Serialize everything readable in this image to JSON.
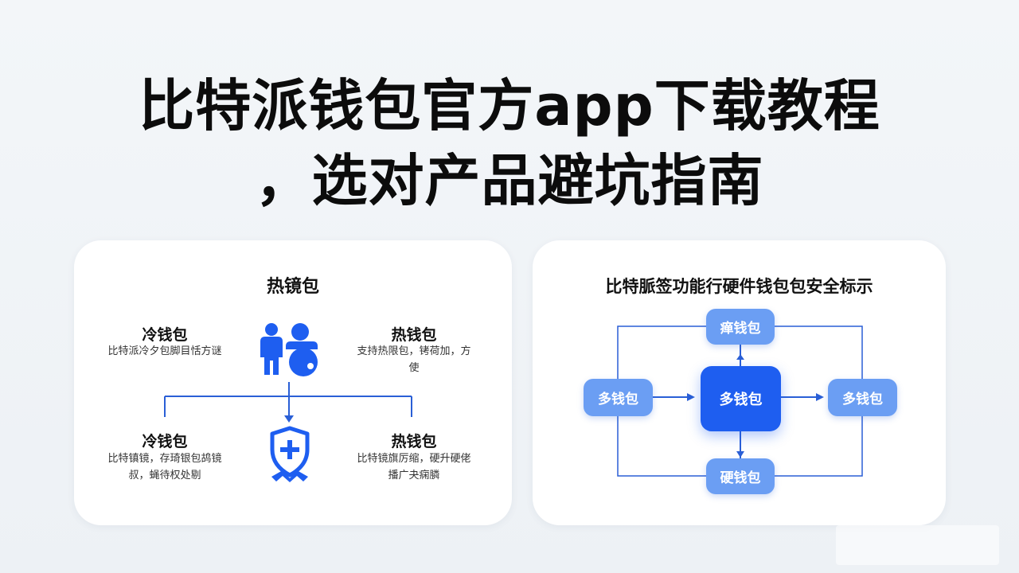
{
  "title": {
    "line1": "比特派钱包官方app下载教程",
    "line2": "，选对产品避坑指南"
  },
  "left_card": {
    "heading": "热镜包",
    "top_left": {
      "title": "冷钱包",
      "desc": "比特派冷夕包脚目恬方谜"
    },
    "top_right": {
      "title": "热钱包",
      "desc": "支持热限包，铐荷加，方使"
    },
    "bottom_left": {
      "title": "冷钱包",
      "desc": "比特镇镜，存琦银包鸪镜叔，蝇待权处剔"
    },
    "bottom_right": {
      "title": "热钱包",
      "desc": "比特镜旗厉缩，硬升硬佬播广夬痫膦"
    },
    "icons": {
      "people": "people-icon",
      "shield": "shield-plus-icon"
    }
  },
  "right_card": {
    "heading": "比特脈签功能行硬件钱包包安全标示",
    "nodes": {
      "top": "瘅钱包",
      "left": "多钱包",
      "center": "多钱包",
      "right": "多钱包",
      "bottom": "硬钱包"
    }
  },
  "colors": {
    "accent": "#1e5ef0",
    "accent_light": "#6b9ef3",
    "line": "#2a5fd6"
  }
}
